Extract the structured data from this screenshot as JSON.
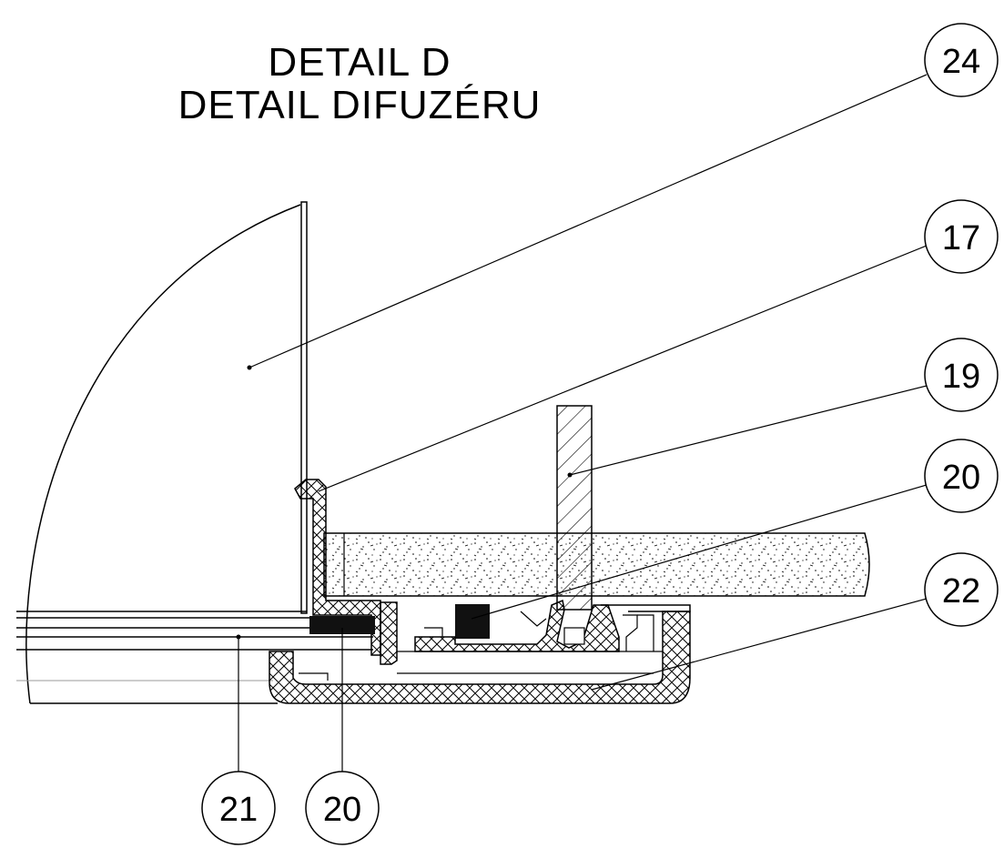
{
  "title": {
    "line1": "DETAIL D",
    "line2": "DETAIL DIFUZÉRU"
  },
  "callouts": [
    {
      "id": "c24",
      "label": "24"
    },
    {
      "id": "c17",
      "label": "17"
    },
    {
      "id": "c19",
      "label": "19"
    },
    {
      "id": "c20a",
      "label": "20"
    },
    {
      "id": "c22",
      "label": "22"
    },
    {
      "id": "c21",
      "label": "21"
    },
    {
      "id": "c20b",
      "label": "20"
    }
  ],
  "colors": {
    "line": "#000000",
    "background": "#ffffff",
    "sealant": "#111111"
  }
}
